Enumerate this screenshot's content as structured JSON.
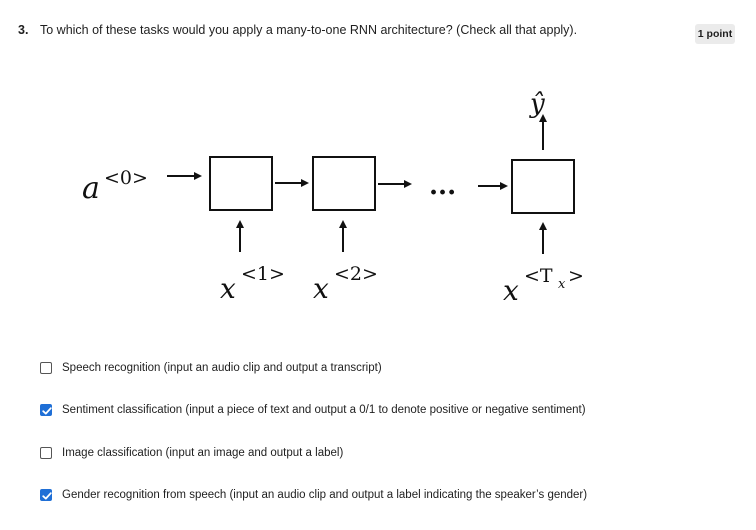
{
  "question": {
    "number": "3.",
    "text": "To which of these tasks would you apply a many-to-one RNN architecture? (Check all that apply).",
    "points": "1 point"
  },
  "diagram": {
    "initial_activation": "a",
    "initial_activation_sup": "<0>",
    "output": "ŷ",
    "ellipsis": "...",
    "inputs": [
      {
        "base": "x",
        "sup": "<1>"
      },
      {
        "base": "x",
        "sup": "<2>"
      },
      {
        "base": "x",
        "sup": "<T",
        "sub": "x",
        "sup_end": ">"
      }
    ]
  },
  "options": [
    {
      "label": "Speech recognition (input an audio clip and output a transcript)",
      "checked": false
    },
    {
      "label": "Sentiment classification (input a piece of text and output a 0/1 to denote positive or negative sentiment)",
      "checked": true
    },
    {
      "label": "Image classification (input an image and output a label)",
      "checked": false
    },
    {
      "label": "Gender recognition from speech (input an audio clip and output a label indicating the speaker’s gender)",
      "checked": true
    }
  ],
  "colors": {
    "checkbox_checked": "#1f6fd6",
    "checkbox_unchecked_border": "#555555",
    "points_badge_bg": "#ebebeb"
  }
}
